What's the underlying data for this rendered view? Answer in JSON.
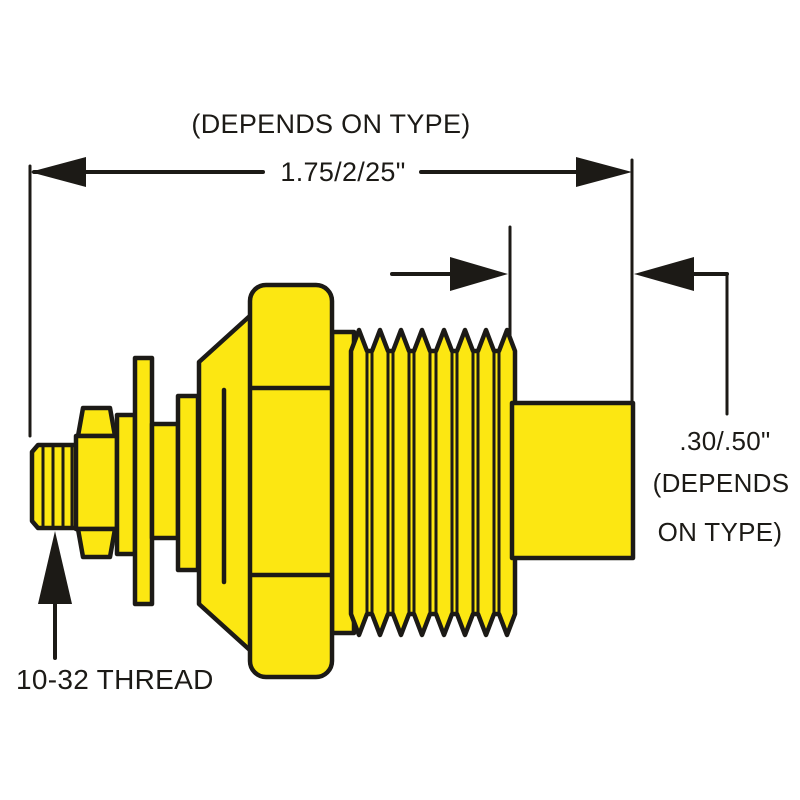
{
  "diagram": {
    "top_note": "(DEPENDS ON TYPE)",
    "overall_length_dim": "1.75/2/25\"",
    "terminal_length_dim": ".30/.50\"",
    "terminal_note_line1": "(DEPENDS",
    "terminal_note_line2": "ON TYPE)",
    "stud_thread_label": "10-32 THREAD"
  },
  "colors": {
    "body_fill": "#fce712",
    "outline": "#1c1a16",
    "text": "#1c1a16",
    "background": "#ffffff"
  }
}
